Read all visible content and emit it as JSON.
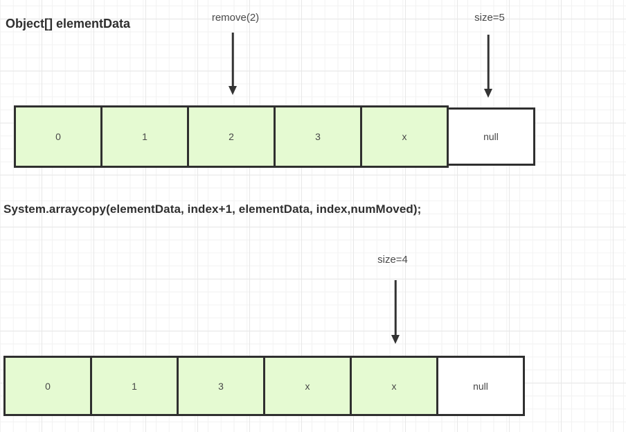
{
  "diagram": {
    "title": "Object[] elementData",
    "code_line": "System.arraycopy(elementData, index+1, elementData, index,numMoved);"
  },
  "annotations": {
    "remove_label": "remove(2)",
    "size_before_label": "size=5",
    "size_after_label": "size=4"
  },
  "array_before": {
    "cells": [
      {
        "value": "0",
        "filled": true
      },
      {
        "value": "1",
        "filled": true
      },
      {
        "value": "2",
        "filled": true
      },
      {
        "value": "3",
        "filled": true
      },
      {
        "value": "x",
        "filled": true
      },
      {
        "value": "null",
        "filled": false
      }
    ]
  },
  "array_after": {
    "cells": [
      {
        "value": "0",
        "filled": true
      },
      {
        "value": "1",
        "filled": true
      },
      {
        "value": "3",
        "filled": true
      },
      {
        "value": "x",
        "filled": true
      },
      {
        "value": "x",
        "filled": true
      },
      {
        "value": "null",
        "filled": false
      }
    ]
  },
  "colors": {
    "cell_fill": "#e5fad2",
    "cell_border": "#2f2f2f",
    "arrow": "#333333",
    "grid_minor": "#f2f2f2",
    "grid_major": "#e7e7e7"
  }
}
